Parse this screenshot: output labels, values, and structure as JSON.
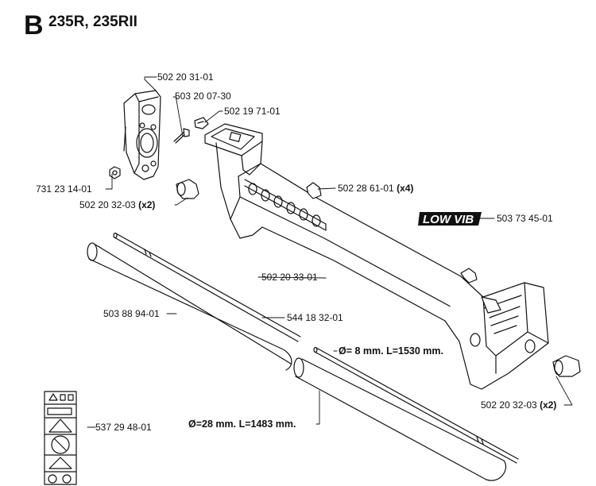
{
  "header": {
    "section_letter": "B",
    "models": "235R, 235RII"
  },
  "parts": {
    "bracket": "502 20 31-01",
    "bolt": "503 20 07-30",
    "clip": "502 19 71-01",
    "nut": "731 23 14-01",
    "grip_left": {
      "number": "502 20 32-03",
      "qty": "(x2)"
    },
    "tie": {
      "number": "502 28 61-01",
      "qty": "(x4)"
    },
    "low_vib_decal": "503 73 45-01",
    "handle": "502 20 33-01",
    "tube_guard": "503 88 94-01",
    "shaft": "544 18 32-01",
    "shaft_spec": "Ø= 8 mm. L=1530 mm.",
    "tube_spec": "Ø=28 mm. L=1483 mm.",
    "grip_right": {
      "number": "502 20 32-03",
      "qty": "(x2)"
    },
    "warning_decal": "537 29 48-01"
  },
  "decal_text": "LOW VIB"
}
